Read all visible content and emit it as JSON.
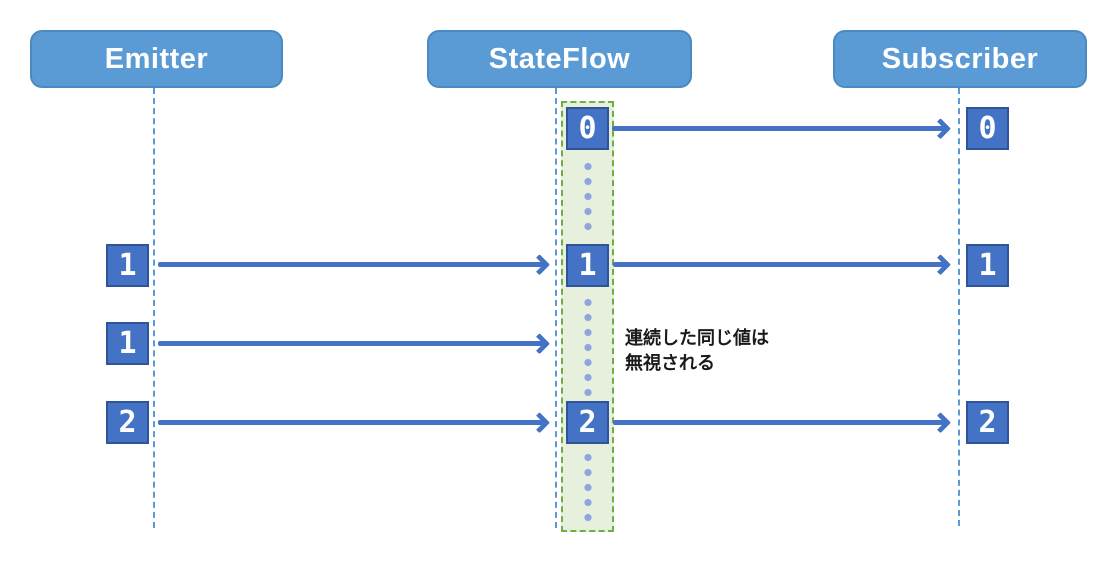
{
  "diagram": {
    "type": "sequence-flow",
    "actors": [
      {
        "id": "emitter",
        "label": "Emitter"
      },
      {
        "id": "stateflow",
        "label": "StateFlow"
      },
      {
        "id": "subscriber",
        "label": "Subscriber"
      }
    ],
    "emitter_values": [
      {
        "value": "1"
      },
      {
        "value": "1"
      },
      {
        "value": "2"
      }
    ],
    "stateflow_values": [
      {
        "value": "0"
      },
      {
        "value": "1"
      },
      {
        "value": "2"
      }
    ],
    "subscriber_values": [
      {
        "value": "0"
      },
      {
        "value": "1"
      },
      {
        "value": "2"
      }
    ],
    "ignored_emission": {
      "value": "1",
      "delivered": false
    },
    "annotation": {
      "line1": "連続した同じ値は",
      "line2": "無視される"
    },
    "colors": {
      "actor_fill": "#5B9BD5",
      "actor_border": "#4A8AC2",
      "value_box_fill": "#4472C4",
      "value_box_border": "#2F5597",
      "arrow": "#4472C4",
      "lifeline": "#5B9BD5",
      "buffer_fill": "#E6F0DC",
      "buffer_border": "#70AD47",
      "dot": "#8FA5DC",
      "annotation_text": "#1A1A1A"
    }
  }
}
